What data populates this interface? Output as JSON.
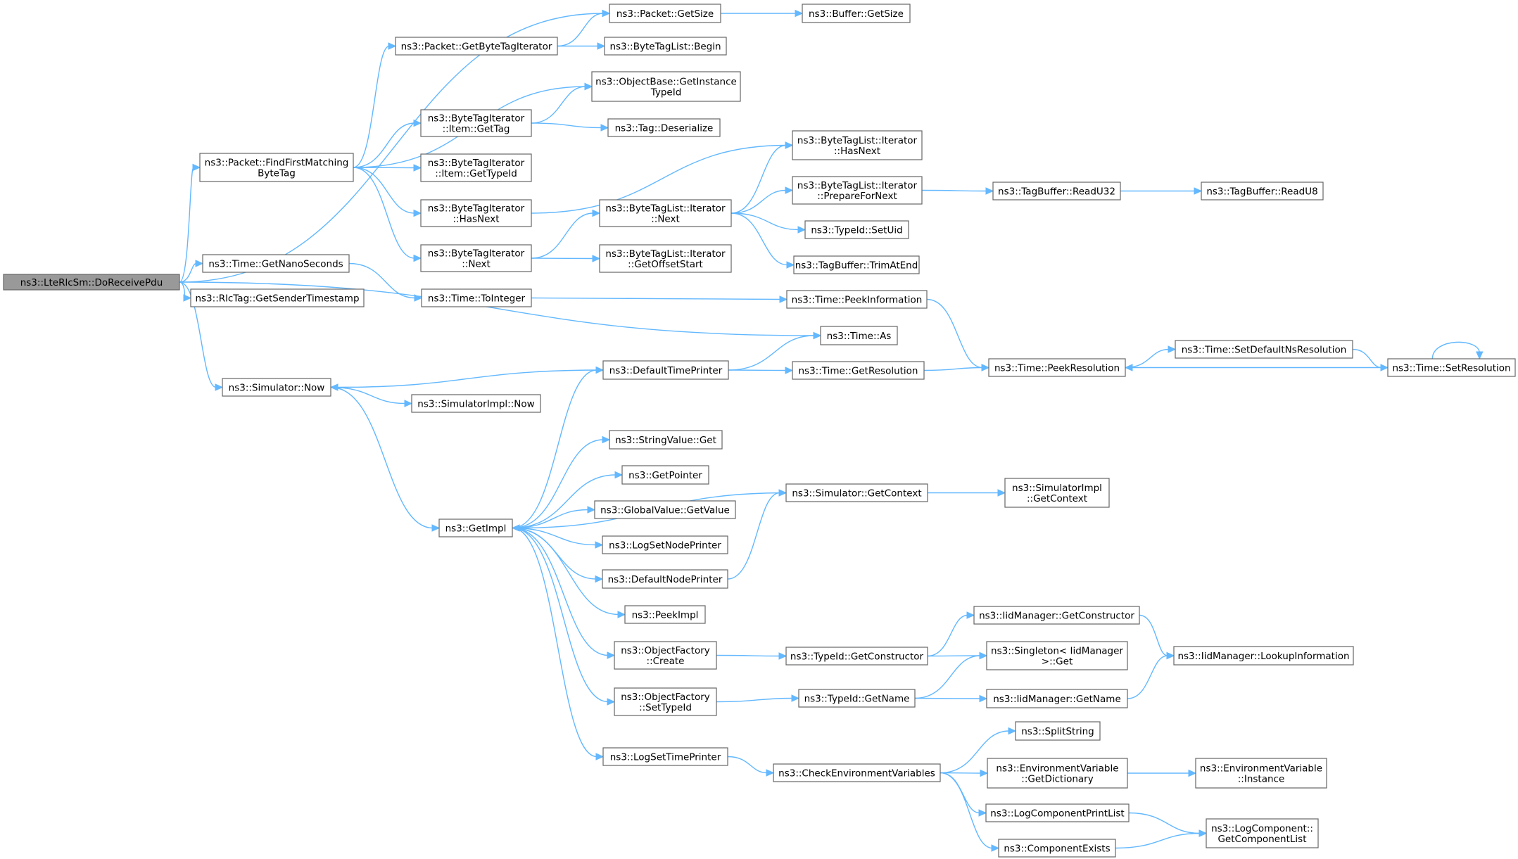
{
  "colors": {
    "edge": "#63b8ff",
    "node_border": "#666666",
    "root_fill": "#999999",
    "node_fill": "#ffffff"
  },
  "nodes": [
    {
      "id": "root",
      "lines": [
        "ns3::LteRlcSm::DoReceivePdu"
      ],
      "root": true
    },
    {
      "id": "ffmbt",
      "lines": [
        "ns3::Packet::FindFirstMatching",
        "ByteTag"
      ]
    },
    {
      "id": "pgbti",
      "lines": [
        "ns3::Packet::GetByteTagIterator"
      ]
    },
    {
      "id": "pgs",
      "lines": [
        "ns3::Packet::GetSize"
      ]
    },
    {
      "id": "bgs",
      "lines": [
        "ns3::Buffer::GetSize"
      ]
    },
    {
      "id": "btlb",
      "lines": [
        "ns3::ByteTagList::Begin"
      ]
    },
    {
      "id": "obgit",
      "lines": [
        "ns3::ObjectBase::GetInstance",
        "TypeId"
      ]
    },
    {
      "id": "btigt",
      "lines": [
        "ns3::ByteTagIterator",
        "::Item::GetTag"
      ]
    },
    {
      "id": "tdes",
      "lines": [
        "ns3::Tag::Deserialize"
      ]
    },
    {
      "id": "btigti",
      "lines": [
        "ns3::ByteTagIterator",
        "::Item::GetTypeId"
      ]
    },
    {
      "id": "btihn",
      "lines": [
        "ns3::ByteTagIterator",
        "::HasNext"
      ]
    },
    {
      "id": "btln",
      "lines": [
        "ns3::ByteTagList::Iterator",
        "::Next"
      ]
    },
    {
      "id": "btlhn",
      "lines": [
        "ns3::ByteTagList::Iterator",
        "::HasNext"
      ]
    },
    {
      "id": "btlpfn",
      "lines": [
        "ns3::ByteTagList::Iterator",
        "::PrepareForNext"
      ]
    },
    {
      "id": "tbr32",
      "lines": [
        "ns3::TagBuffer::ReadU32"
      ]
    },
    {
      "id": "tbr8",
      "lines": [
        "ns3::TagBuffer::ReadU8"
      ]
    },
    {
      "id": "tisu",
      "lines": [
        "ns3::TypeId::SetUid"
      ]
    },
    {
      "id": "tbtae",
      "lines": [
        "ns3::TagBuffer::TrimAtEnd"
      ]
    },
    {
      "id": "btin",
      "lines": [
        "ns3::ByteTagIterator",
        "::Next"
      ]
    },
    {
      "id": "btlgos",
      "lines": [
        "ns3::ByteTagList::Iterator",
        "::GetOffsetStart"
      ]
    },
    {
      "id": "tgns",
      "lines": [
        "ns3::Time::GetNanoSeconds"
      ]
    },
    {
      "id": "rtgst",
      "lines": [
        "ns3::RlcTag::GetSenderTimestamp"
      ]
    },
    {
      "id": "tti",
      "lines": [
        "ns3::Time::ToInteger"
      ]
    },
    {
      "id": "tpi",
      "lines": [
        "ns3::Time::PeekInformation"
      ]
    },
    {
      "id": "tas",
      "lines": [
        "ns3::Time::As"
      ]
    },
    {
      "id": "snow",
      "lines": [
        "ns3::Simulator::Now"
      ]
    },
    {
      "id": "sinow",
      "lines": [
        "ns3::SimulatorImpl::Now"
      ]
    },
    {
      "id": "dtp",
      "lines": [
        "ns3::DefaultTimePrinter"
      ]
    },
    {
      "id": "tgr",
      "lines": [
        "ns3::Time::GetResolution"
      ]
    },
    {
      "id": "tpr",
      "lines": [
        "ns3::Time::PeekResolution"
      ]
    },
    {
      "id": "tsdnr",
      "lines": [
        "ns3::Time::SetDefaultNsResolution"
      ]
    },
    {
      "id": "tsr",
      "lines": [
        "ns3::Time::SetResolution"
      ]
    },
    {
      "id": "gimpl",
      "lines": [
        "ns3::GetImpl"
      ]
    },
    {
      "id": "svg",
      "lines": [
        "ns3::StringValue::Get"
      ]
    },
    {
      "id": "gptr",
      "lines": [
        "ns3::GetPointer"
      ]
    },
    {
      "id": "gvgv",
      "lines": [
        "ns3::GlobalValue::GetValue"
      ]
    },
    {
      "id": "lsnp",
      "lines": [
        "ns3::LogSetNodePrinter"
      ]
    },
    {
      "id": "dnp",
      "lines": [
        "ns3::DefaultNodePrinter"
      ]
    },
    {
      "id": "sgc",
      "lines": [
        "ns3::Simulator::GetContext"
      ]
    },
    {
      "id": "sigc",
      "lines": [
        "ns3::SimulatorImpl",
        "::GetContext"
      ]
    },
    {
      "id": "pimpl",
      "lines": [
        "ns3::PeekImpl"
      ]
    },
    {
      "id": "ofc",
      "lines": [
        "ns3::ObjectFactory",
        "::Create"
      ]
    },
    {
      "id": "tigc",
      "lines": [
        "ns3::TypeId::GetConstructor"
      ]
    },
    {
      "id": "imgc",
      "lines": [
        "ns3::IidManager::GetConstructor"
      ]
    },
    {
      "id": "sig",
      "lines": [
        "ns3::Singleton< IidManager",
        ">::Get"
      ]
    },
    {
      "id": "imli",
      "lines": [
        "ns3::IidManager::LookupInformation"
      ]
    },
    {
      "id": "ofsti",
      "lines": [
        "ns3::ObjectFactory",
        "::SetTypeId"
      ]
    },
    {
      "id": "tign",
      "lines": [
        "ns3::TypeId::GetName"
      ]
    },
    {
      "id": "imgn",
      "lines": [
        "ns3::IidManager::GetName"
      ]
    },
    {
      "id": "lstp",
      "lines": [
        "ns3::LogSetTimePrinter"
      ]
    },
    {
      "id": "cev",
      "lines": [
        "ns3::CheckEnvironmentVariables"
      ]
    },
    {
      "id": "ss",
      "lines": [
        "ns3::SplitString"
      ]
    },
    {
      "id": "evgd",
      "lines": [
        "ns3::EnvironmentVariable",
        "::GetDictionary"
      ]
    },
    {
      "id": "evi",
      "lines": [
        "ns3::EnvironmentVariable",
        "::Instance"
      ]
    },
    {
      "id": "lcpl",
      "lines": [
        "ns3::LogComponentPrintList"
      ]
    },
    {
      "id": "lcgcl",
      "lines": [
        "ns3::LogComponent::",
        "GetComponentList"
      ]
    },
    {
      "id": "ce",
      "lines": [
        "ns3::ComponentExists"
      ]
    }
  ],
  "edges": [
    [
      "root",
      "pgs"
    ],
    [
      "root",
      "ffmbt"
    ],
    [
      "root",
      "tgns"
    ],
    [
      "root",
      "rtgst"
    ],
    [
      "root",
      "tas"
    ],
    [
      "root",
      "snow"
    ],
    [
      "ffmbt",
      "pgbti"
    ],
    [
      "ffmbt",
      "obgit"
    ],
    [
      "ffmbt",
      "btigt"
    ],
    [
      "ffmbt",
      "btigti"
    ],
    [
      "ffmbt",
      "btihn"
    ],
    [
      "ffmbt",
      "btin"
    ],
    [
      "pgbti",
      "pgs"
    ],
    [
      "pgbti",
      "btlb"
    ],
    [
      "pgs",
      "bgs"
    ],
    [
      "btigt",
      "obgit"
    ],
    [
      "btigt",
      "tdes"
    ],
    [
      "btihn",
      "btlhn"
    ],
    [
      "btin",
      "btln"
    ],
    [
      "btin",
      "btlgos"
    ],
    [
      "btln",
      "btlhn"
    ],
    [
      "btln",
      "btlpfn"
    ],
    [
      "btln",
      "tisu"
    ],
    [
      "btln",
      "tbtae"
    ],
    [
      "btlpfn",
      "tbr32"
    ],
    [
      "tbr32",
      "tbr8"
    ],
    [
      "tgns",
      "tti"
    ],
    [
      "tti",
      "tpi"
    ],
    [
      "tpi",
      "tpr"
    ],
    [
      "snow",
      "sinow"
    ],
    [
      "snow",
      "gimpl"
    ],
    [
      "dtp",
      "snow"
    ],
    [
      "dtp",
      "tas"
    ],
    [
      "dtp",
      "tgr"
    ],
    [
      "tgr",
      "tpr"
    ],
    [
      "tpr",
      "tsdnr"
    ],
    [
      "tsdnr",
      "tsr"
    ],
    [
      "tsr",
      "tpr"
    ],
    [
      "tsr",
      "tsr"
    ],
    [
      "gimpl",
      "dtp"
    ],
    [
      "gimpl",
      "svg"
    ],
    [
      "gimpl",
      "gptr"
    ],
    [
      "gimpl",
      "gvgv"
    ],
    [
      "gimpl",
      "lsnp"
    ],
    [
      "gimpl",
      "dnp"
    ],
    [
      "gimpl",
      "pimpl"
    ],
    [
      "gimpl",
      "ofc"
    ],
    [
      "gimpl",
      "ofsti"
    ],
    [
      "gimpl",
      "lstp"
    ],
    [
      "sgc",
      "gimpl"
    ],
    [
      "sgc",
      "sigc"
    ],
    [
      "dnp",
      "sgc"
    ],
    [
      "ofc",
      "tigc"
    ],
    [
      "tigc",
      "imgc"
    ],
    [
      "tigc",
      "sig"
    ],
    [
      "imgc",
      "imli"
    ],
    [
      "ofsti",
      "tign"
    ],
    [
      "tign",
      "sig"
    ],
    [
      "tign",
      "imgn"
    ],
    [
      "imgn",
      "imli"
    ],
    [
      "lstp",
      "cev"
    ],
    [
      "cev",
      "ss"
    ],
    [
      "cev",
      "evgd"
    ],
    [
      "cev",
      "lcpl"
    ],
    [
      "cev",
      "ce"
    ],
    [
      "evgd",
      "evi"
    ],
    [
      "lcpl",
      "lcgcl"
    ],
    [
      "ce",
      "lcgcl"
    ]
  ]
}
